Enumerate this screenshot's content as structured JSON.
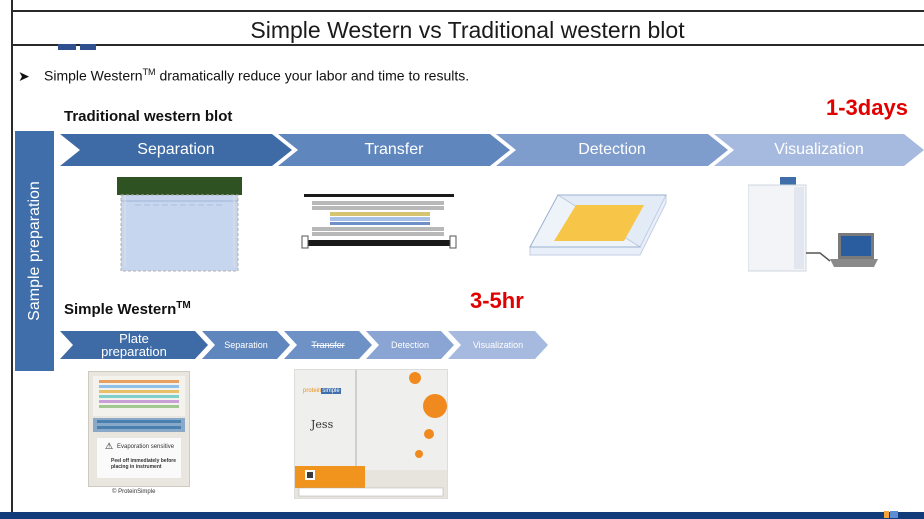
{
  "title": "Simple Western vs Traditional western blot",
  "bullet": {
    "prefix": "Simple Western",
    "tm": "TM",
    "suffix": " dramatically reduce your labor and time to results."
  },
  "traditional": {
    "heading": "Traditional western blot",
    "time": "1-3days",
    "steps": [
      "Separation",
      "Transfer",
      "Detection",
      "Visualization"
    ],
    "step_colors": [
      "#3e6ba6",
      "#5f86bd",
      "#7e9ccc",
      "#a6b9de"
    ]
  },
  "side_label": "Sample preparation",
  "simple": {
    "heading": "Simple Western",
    "tm": "TM",
    "time": "3-5hr",
    "steps": [
      "Plate preparation",
      "Separation",
      "Transfer",
      "Detection",
      "Visualization"
    ],
    "step_colors": [
      "#3e6ba6",
      "#5f86bd",
      "#6f92c6",
      "#8aa5d4",
      "#a6b9de"
    ],
    "strikethrough_step": "Transfer"
  },
  "plate_photo": {
    "warning_title": "Evaporation sensitive",
    "peel_text": "Peel off immediately before placing in instrument",
    "copyright": "© ProteinSimple"
  },
  "instrument_photo": {
    "brand_prefix": "protein",
    "brand_suffix": "simple",
    "model": "Jess"
  },
  "colors": {
    "accent_red": "#e10000",
    "navy": "#123b7a",
    "side_bar": "#3f6eaa"
  }
}
